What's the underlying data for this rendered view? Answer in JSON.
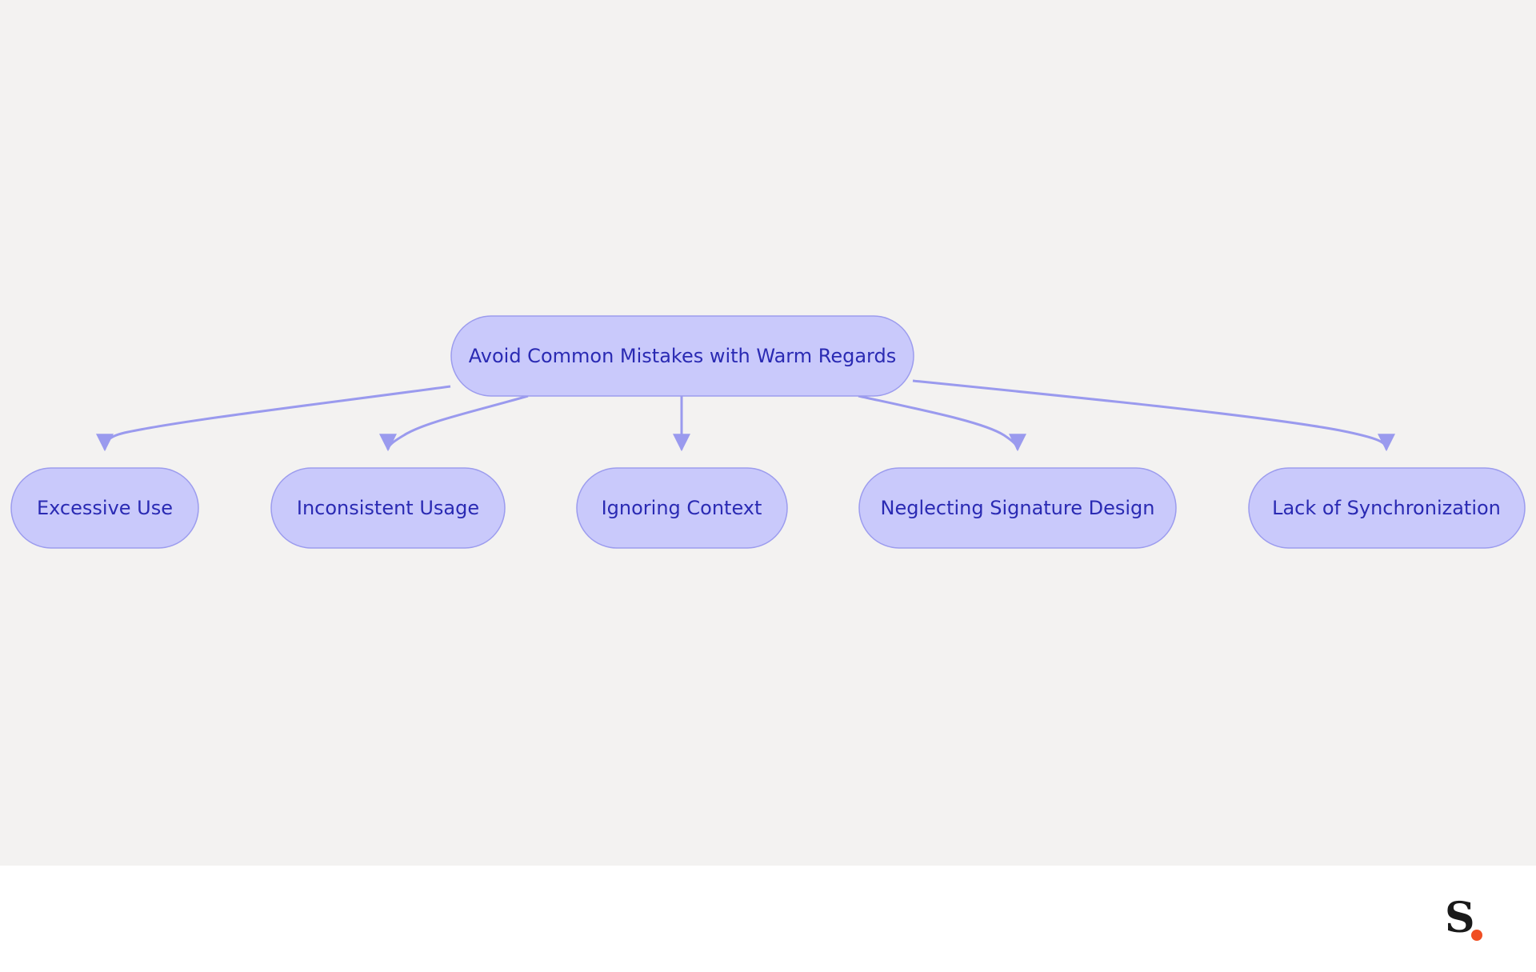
{
  "diagram": {
    "root": {
      "id": "root",
      "label": "Avoid Common Mistakes with Warm Regards"
    },
    "children": [
      {
        "id": "excessive-use",
        "label": "Excessive Use"
      },
      {
        "id": "inconsistent-usage",
        "label": "Inconsistent Usage"
      },
      {
        "id": "ignoring-context",
        "label": "Ignoring Context"
      },
      {
        "id": "neglecting-signature-design",
        "label": "Neglecting Signature Design"
      },
      {
        "id": "lack-of-synchronization",
        "label": "Lack of Synchronization"
      }
    ],
    "edges": [
      {
        "from": "root",
        "to": "excessive-use"
      },
      {
        "from": "root",
        "to": "inconsistent-usage"
      },
      {
        "from": "root",
        "to": "ignoring-context"
      },
      {
        "from": "root",
        "to": "neglecting-signature-design"
      },
      {
        "from": "root",
        "to": "lack-of-synchronization"
      }
    ],
    "colors": {
      "background": "#f3f2f1",
      "node_fill": "#c9c9fb",
      "node_stroke": "#9c9cee",
      "text": "#2a2ab3",
      "edge": "#9a9aee"
    }
  },
  "footer": {
    "logo": {
      "letter": "S",
      "dot_color": "#f04e23"
    }
  }
}
